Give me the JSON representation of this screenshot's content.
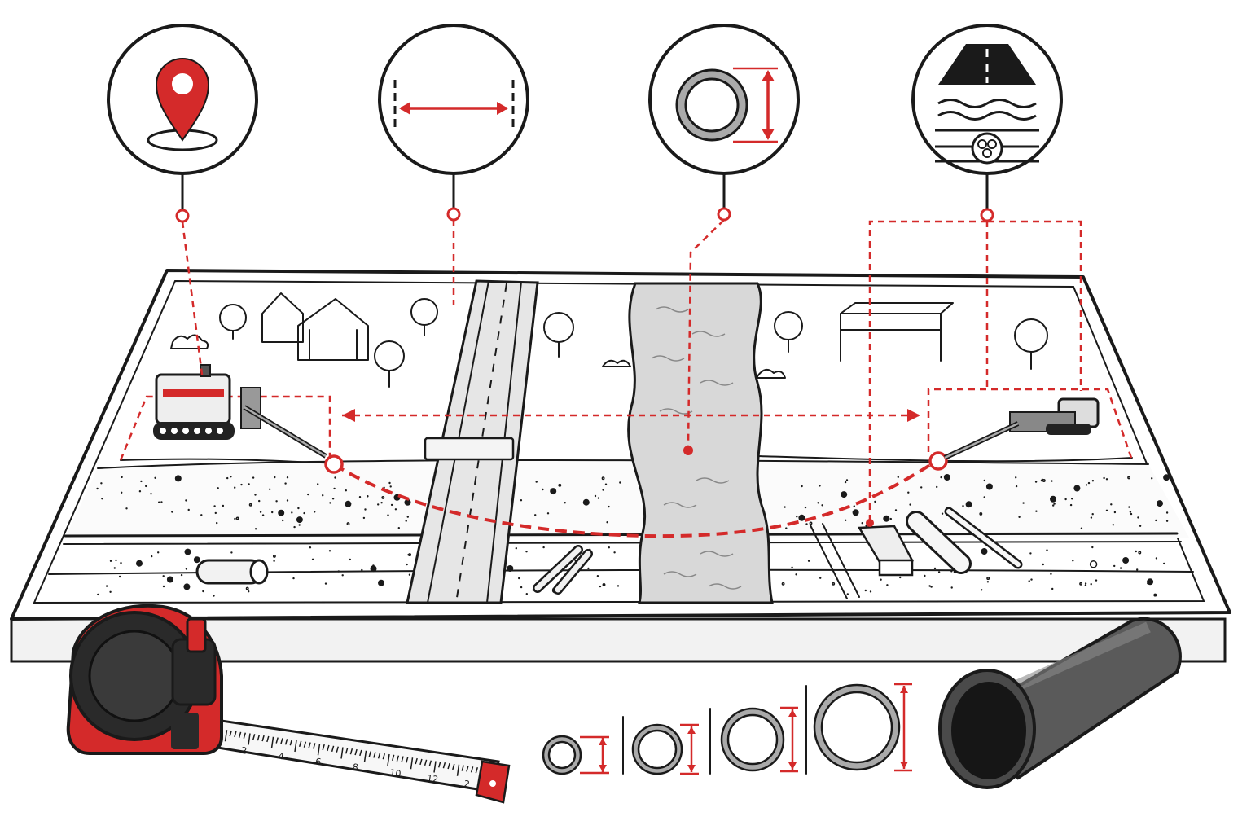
{
  "colors": {
    "ink": "#1a1a1a",
    "accent": "#d42a2a",
    "river": "#d8d8d8",
    "road": "#e6e6e6",
    "pipe_dark": "#4a4a4a",
    "paper": "#ffffff"
  },
  "callouts": [
    {
      "id": "location",
      "icon": "location-pin-icon"
    },
    {
      "id": "distance",
      "icon": "distance-measure-icon"
    },
    {
      "id": "diameter",
      "icon": "pipe-diameter-icon"
    },
    {
      "id": "crossings",
      "icon": "obstacle-crossing-icon"
    }
  ],
  "tape_measure": {
    "ticks": [
      "2",
      "4",
      "6",
      "8",
      "10",
      "12",
      "2"
    ]
  },
  "pipe_sizes": [
    {
      "icon": "pipe-size-small-icon"
    },
    {
      "icon": "pipe-size-medium-icon"
    },
    {
      "icon": "pipe-size-large-icon"
    },
    {
      "icon": "pipe-size-xlarge-icon"
    }
  ]
}
